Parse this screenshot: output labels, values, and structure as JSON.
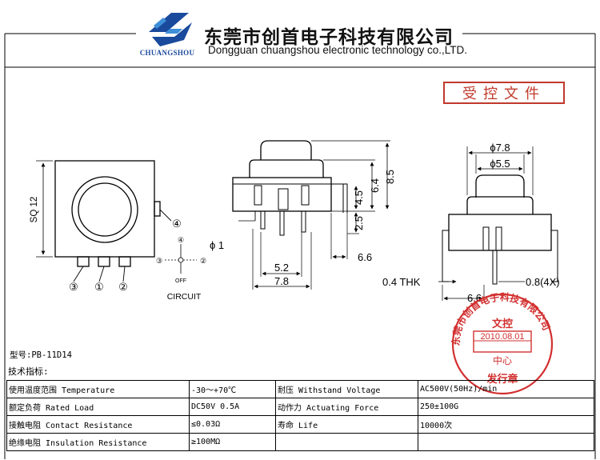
{
  "header": {
    "logo_icon": "s-swirl-logo-icon",
    "logo_text": "CHUANGSHOU",
    "company_cn": "东莞市创首电子科技有限公司",
    "company_en": "Dongguan chuangshou electronic technology co.,LTD.",
    "brand_colors": {
      "logo_blue": "#1a4a9c",
      "logo_light": "#3f8fd8"
    }
  },
  "doc_label": "受控文件",
  "drawing": {
    "top_view": {
      "sq_label": "SQ 12",
      "pins": [
        "③",
        "①",
        "②"
      ],
      "side_pin": "④"
    },
    "circuit": {
      "nodes": [
        "④",
        "③",
        "②"
      ],
      "state": "OFF",
      "title": "CIRCUIT"
    },
    "front_view": {
      "dims": [
        "8.5",
        "6.4",
        "4.5",
        "2.5",
        "6.6",
        "5.2",
        "7.8"
      ],
      "pin_dia": "ϕ 1"
    },
    "side_view": {
      "dia_outer": "ϕ7.8",
      "dia_inner": "ϕ5.5",
      "thk": "0.4 THK",
      "pin_w": "0.8(4X)",
      "pitch": "6.6"
    }
  },
  "stamp": {
    "outer": "东莞市创首电子科技有限公司",
    "top": "文控",
    "date": "2010.08.01",
    "mid": "中心",
    "bottom": "发行章",
    "color": "#d23030"
  },
  "model": "型号:PB-11D14",
  "spec_heading": "技术指标:",
  "specs": [
    [
      "使用温度范围 Temperature",
      "-30～+70℃",
      "耐压 Withstand Voltage",
      "AC500V(50Hz)/min"
    ],
    [
      "额定负荷 Rated Load",
      "DC50V 0.5A",
      "动作力 Actuating Force",
      "250±100G"
    ],
    [
      "接触电阻 Contact Resistance",
      "≤0.03Ω",
      "寿命 Life",
      "10000次"
    ],
    [
      "绝缘电阻 Insulation Resistance",
      "≥100MΩ",
      "",
      ""
    ]
  ]
}
